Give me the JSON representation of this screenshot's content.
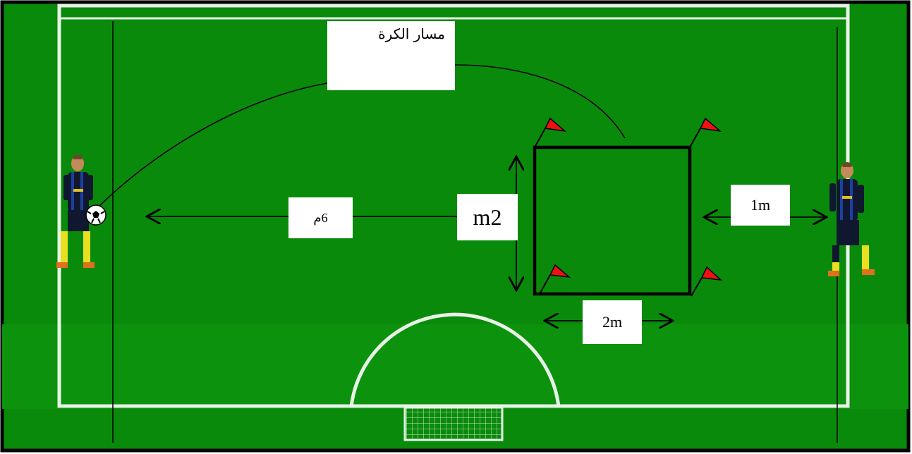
{
  "labels": {
    "ball_path": "مسار الكرة",
    "distance_player_to_square": "6م",
    "square_side": "m2",
    "distance_square_to_player": "1m",
    "square_width": "2m"
  },
  "colors": {
    "pitch": "#0a8a0a",
    "pitch_stripe": "#119911",
    "field_lines": "#e8f3e8",
    "flag": "#ee1111",
    "outline": "#000000"
  },
  "icons": {
    "player_left": "soccer-player-with-ball-icon",
    "player_right": "soccer-player-icon",
    "flags": "corner-flag-icon",
    "ball": "soccer-ball-icon",
    "goal": "goal-net-icon"
  }
}
